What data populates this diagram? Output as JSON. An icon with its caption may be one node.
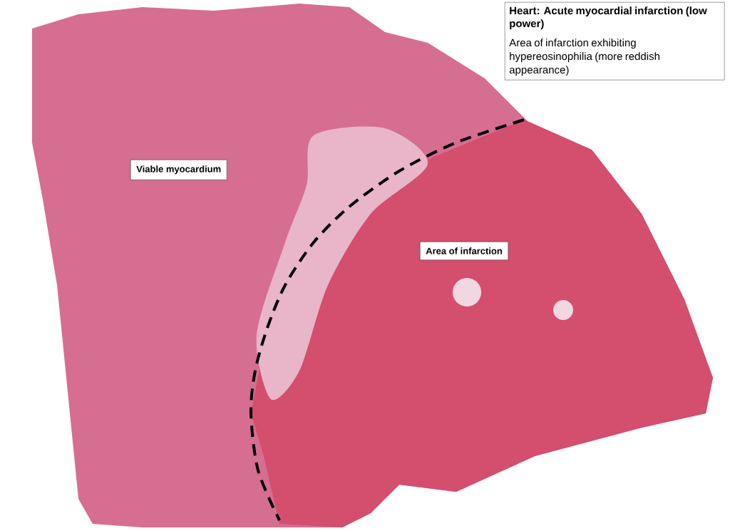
{
  "diagram": {
    "nodes": [
      {
        "text": [
          "Heart: Acute myocardial infarction (low power)",
          "Area of infarction exhibiting hypereosinophilia (more reddish appearance)"
        ]
      },
      {
        "text": [
          "Viable myocardium"
        ]
      },
      {
        "text": [
          "Area of infarction"
        ]
      }
    ]
  }
}
